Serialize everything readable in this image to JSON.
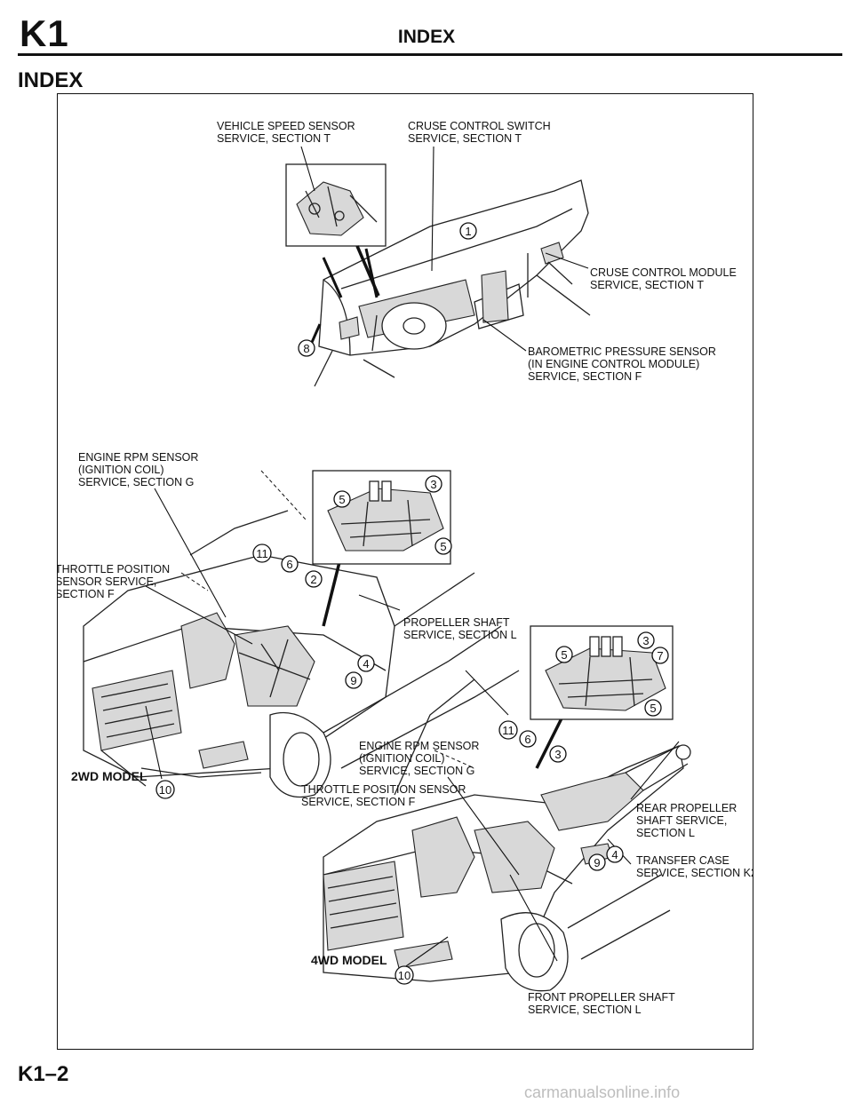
{
  "header": {
    "section_code": "K1",
    "title": "INDEX"
  },
  "page_heading": "INDEX",
  "labels": {
    "vehicle_speed_sensor": [
      "VEHICLE SPEED SENSOR",
      "SERVICE, SECTION T"
    ],
    "cruse_control_switch": [
      "CRUSE CONTROL SWITCH",
      "SERVICE, SECTION T"
    ],
    "cruse_control_module": [
      "CRUSE CONTROL MODULE",
      "SERVICE, SECTION T"
    ],
    "barometric_pressure_sensor": [
      "BAROMETRIC PRESSURE SENSOR",
      "(IN ENGINE CONTROL MODULE)",
      "SERVICE, SECTION F"
    ],
    "engine_rpm_sensor_2wd": [
      "ENGINE RPM SENSOR",
      "(IGNITION COIL)",
      "SERVICE, SECTION G"
    ],
    "throttle_position_sensor_2wd": [
      "THROTTLE POSITION",
      "SENSOR SERVICE,",
      "SECTION F"
    ],
    "propeller_shaft": [
      "PROPELLER SHAFT",
      "SERVICE, SECTION L"
    ],
    "engine_rpm_sensor_4wd": [
      "ENGINE RPM SENSOR",
      "(IGNITION COIL)",
      "SERVICE, SECTION G"
    ],
    "throttle_position_sensor_4wd": [
      "THROTTLE POSITION SENSOR",
      "SERVICE, SECTION F"
    ],
    "rear_propeller_shaft": [
      "REAR PROPELLER",
      "SHAFT SERVICE,",
      "SECTION L"
    ],
    "transfer_case": [
      "TRANSFER CASE",
      "SERVICE, SECTION K2"
    ],
    "front_propeller_shaft": [
      "FRONT PROPELLER SHAFT",
      "SERVICE, SECTION L"
    ]
  },
  "models": {
    "two_wd": "2WD MODEL",
    "four_wd": "4WD MODEL"
  },
  "callouts": {
    "c1": "1",
    "c2": "2",
    "c3": "3",
    "c4": "4",
    "c5": "5",
    "c6": "6",
    "c7": "7",
    "c8": "8",
    "c9": "9",
    "c10": "10",
    "c11": "11"
  },
  "footer": {
    "page_number": "K1–2"
  },
  "watermark": "carmanualsonline.info"
}
